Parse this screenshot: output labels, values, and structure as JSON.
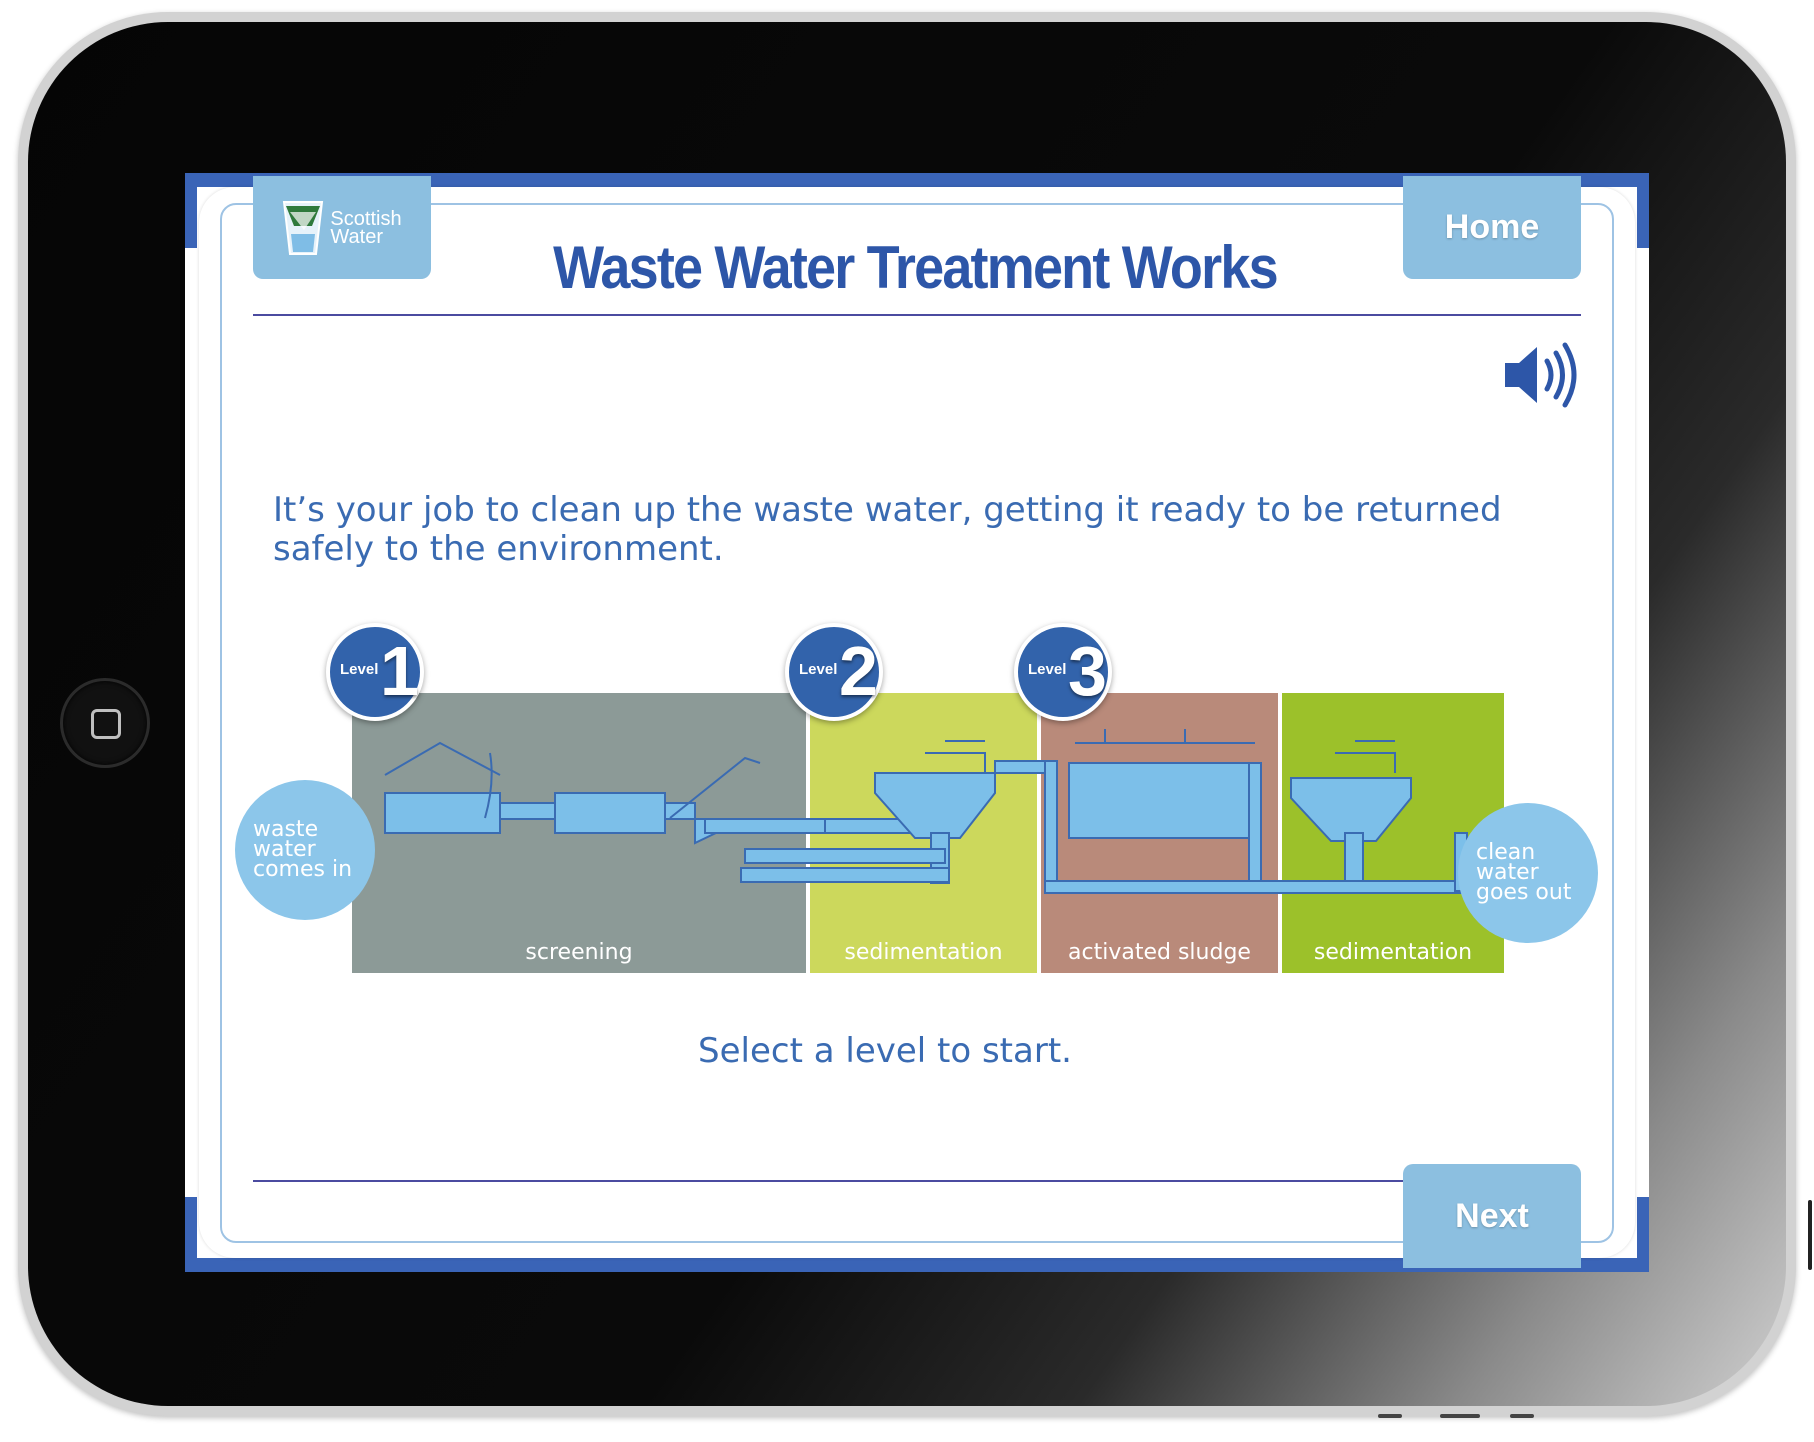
{
  "app": {
    "logo_text_line1": "Scottish",
    "logo_text_line2": "Water",
    "title": "Waste Water Treatment Works",
    "home_label": "Home",
    "next_label": "Next"
  },
  "intro": "It’s your job to clean up the waste water, getting it ready to be returned safely to the environment.",
  "prompt": "Select a level to start.",
  "diagram": {
    "inflow_label": [
      "waste",
      "water",
      "comes in"
    ],
    "outflow_label": [
      "clean",
      "water",
      "goes out"
    ],
    "stages": [
      {
        "label": "screening",
        "color": "#8c9a97"
      },
      {
        "label": "sedimentation",
        "color": "#ccd85c"
      },
      {
        "label": "activated sludge",
        "color": "#b98a7a"
      },
      {
        "label": "sedimentation",
        "color": "#9cc12a"
      }
    ],
    "levels": [
      {
        "word": "Level",
        "number": "1"
      },
      {
        "word": "Level",
        "number": "2"
      },
      {
        "word": "Level",
        "number": "3"
      }
    ]
  },
  "icons": {
    "speaker": "speaker-icon",
    "logo": "scottish-water-glass-icon"
  },
  "colors": {
    "brand_blue": "#3a64b7",
    "tab_blue": "#8cbfe0",
    "title_blue": "#2d56a8",
    "water_blue": "#8cc6ea"
  }
}
